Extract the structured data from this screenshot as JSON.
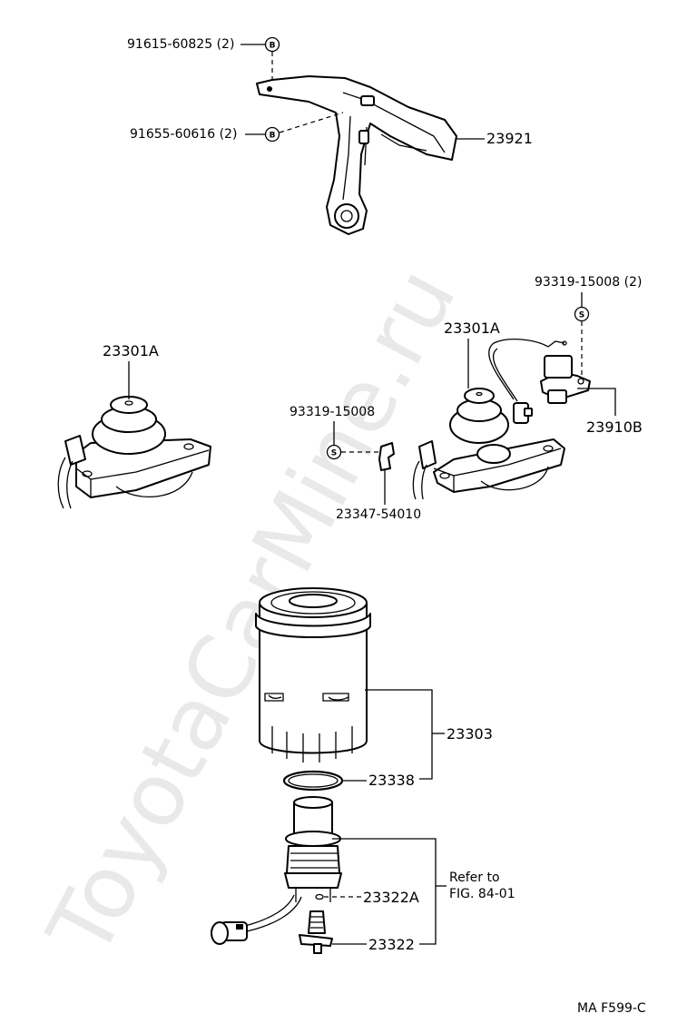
{
  "watermark": "ToyotaCarMine.ru",
  "figure_code": "MA F599-C",
  "bolt_symbol": "B",
  "screw_symbol": "S",
  "labels": {
    "bolt_1": "91615-60825 (2)",
    "bolt_2": "91655-60616 (2)",
    "bracket": "23921",
    "screw_pair": "93319-15008 (2)",
    "filter_base_left": "23301A",
    "filter_base_right": "23301A",
    "sensor": "23910B",
    "screw_single": "93319-15008",
    "clip": "23347-54010",
    "filter": "23303",
    "gasket": "23338",
    "oring": "23322A",
    "drain_plug": "23322",
    "refer_line1": "Refer to",
    "refer_line2": "FIG. 84-01"
  }
}
